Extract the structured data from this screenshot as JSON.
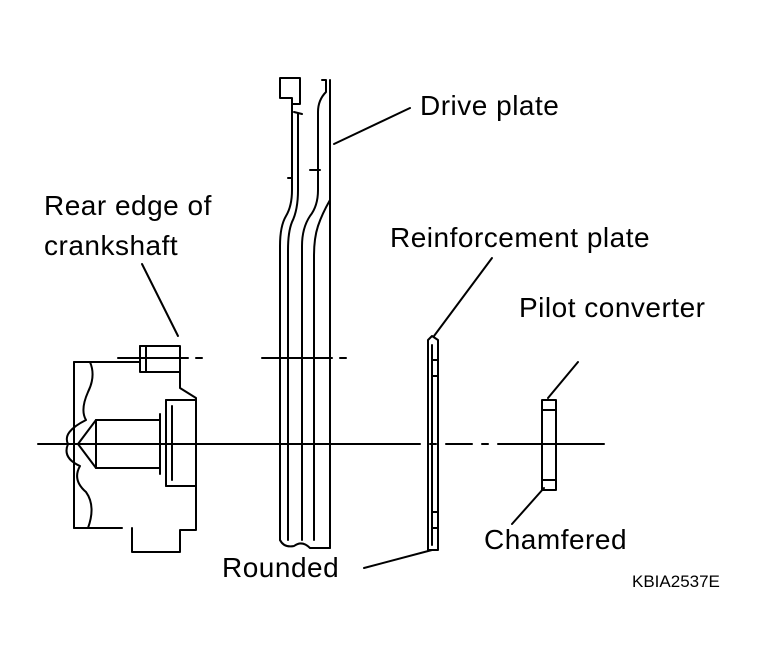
{
  "labels": {
    "drive_plate": "Drive plate",
    "rear_edge_line1": "Rear edge of",
    "rear_edge_line2": "crankshaft",
    "reinforcement_plate": "Reinforcement plate",
    "pilot_converter": "Pilot converter",
    "chamfered": "Chamfered",
    "rounded": "Rounded"
  },
  "figure_code": "KBIA2537E",
  "colors": {
    "line": "#000000",
    "background": "#ffffff"
  }
}
